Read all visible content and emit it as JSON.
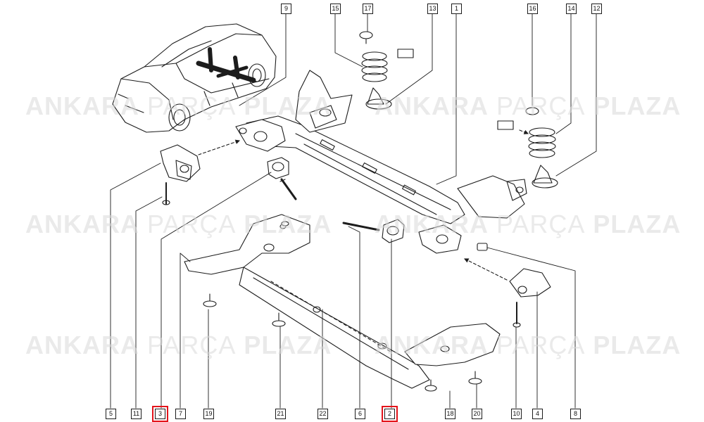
{
  "watermark": {
    "brand": "ANKARA",
    "middle": "PARÇA",
    "last": "PLAZA"
  },
  "callouts": {
    "top": [
      "9",
      "15",
      "17",
      "13",
      "1",
      "16",
      "14",
      "12"
    ],
    "bottom": [
      "5",
      "11",
      "3",
      "7",
      "19",
      "21",
      "22",
      "6",
      "2",
      "18",
      "20",
      "10",
      "4",
      "8"
    ]
  },
  "highlighted": [
    "3",
    "2"
  ],
  "colors": {
    "line": "#1c1c1c",
    "highlight": "#e3141b",
    "watermark": "#d9d9d9"
  }
}
